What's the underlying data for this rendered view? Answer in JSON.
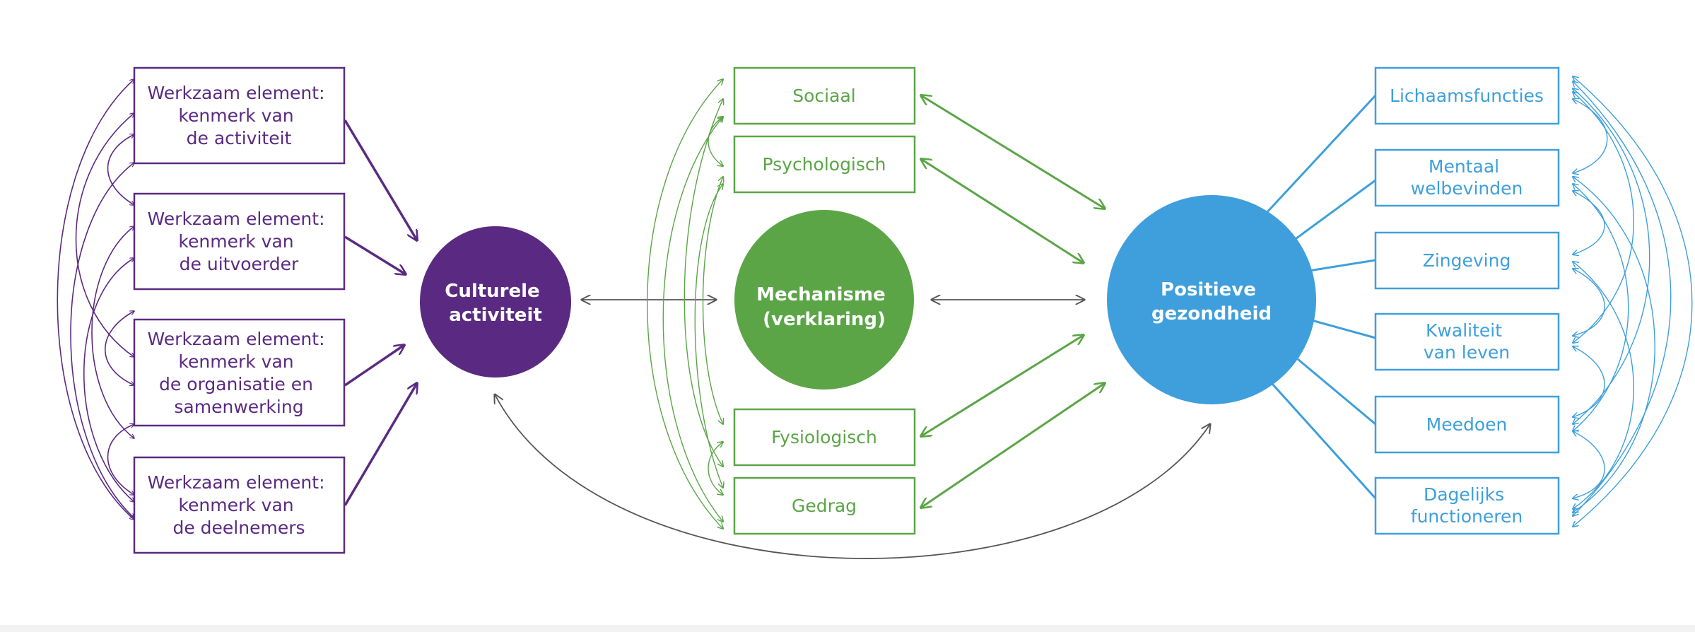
{
  "colors": {
    "purple": "#5a2a82",
    "green": "#5ba547",
    "blue": "#3e9fdc",
    "connector": "#555555",
    "white": "#ffffff"
  },
  "left_elements": [
    {
      "lines": [
        "Werkzaam element:",
        "kenmerk van",
        "de activiteit"
      ]
    },
    {
      "lines": [
        "Werkzaam element:",
        "kenmerk van",
        "de uitvoerder"
      ]
    },
    {
      "lines": [
        "Werkzaam element:",
        "kenmerk van",
        "de organisatie en",
        "samenwerking"
      ]
    },
    {
      "lines": [
        "Werkzaam element:",
        "kenmerk van",
        "de deelnemers"
      ]
    }
  ],
  "circles": {
    "culturele": {
      "lines": [
        "Culturele",
        "activiteit"
      ]
    },
    "mechanisme": {
      "lines": [
        "Mechanisme",
        "(verklaring)"
      ]
    },
    "positieve": {
      "lines": [
        "Positieve",
        "gezondheid"
      ]
    }
  },
  "mechanisms": [
    {
      "lines": [
        "Sociaal"
      ]
    },
    {
      "lines": [
        "Psychologisch"
      ]
    },
    {
      "lines": [
        "Fysiologisch"
      ]
    },
    {
      "lines": [
        "Gedrag"
      ]
    }
  ],
  "health_dimensions": [
    {
      "lines": [
        "Lichaamsfuncties"
      ]
    },
    {
      "lines": [
        "Mentaal",
        "welbevinden"
      ]
    },
    {
      "lines": [
        "Zingeving"
      ]
    },
    {
      "lines": [
        "Kwaliteit",
        "van leven"
      ]
    },
    {
      "lines": [
        "Meedoen"
      ]
    },
    {
      "lines": [
        "Dagelijks",
        "functioneren"
      ]
    }
  ]
}
